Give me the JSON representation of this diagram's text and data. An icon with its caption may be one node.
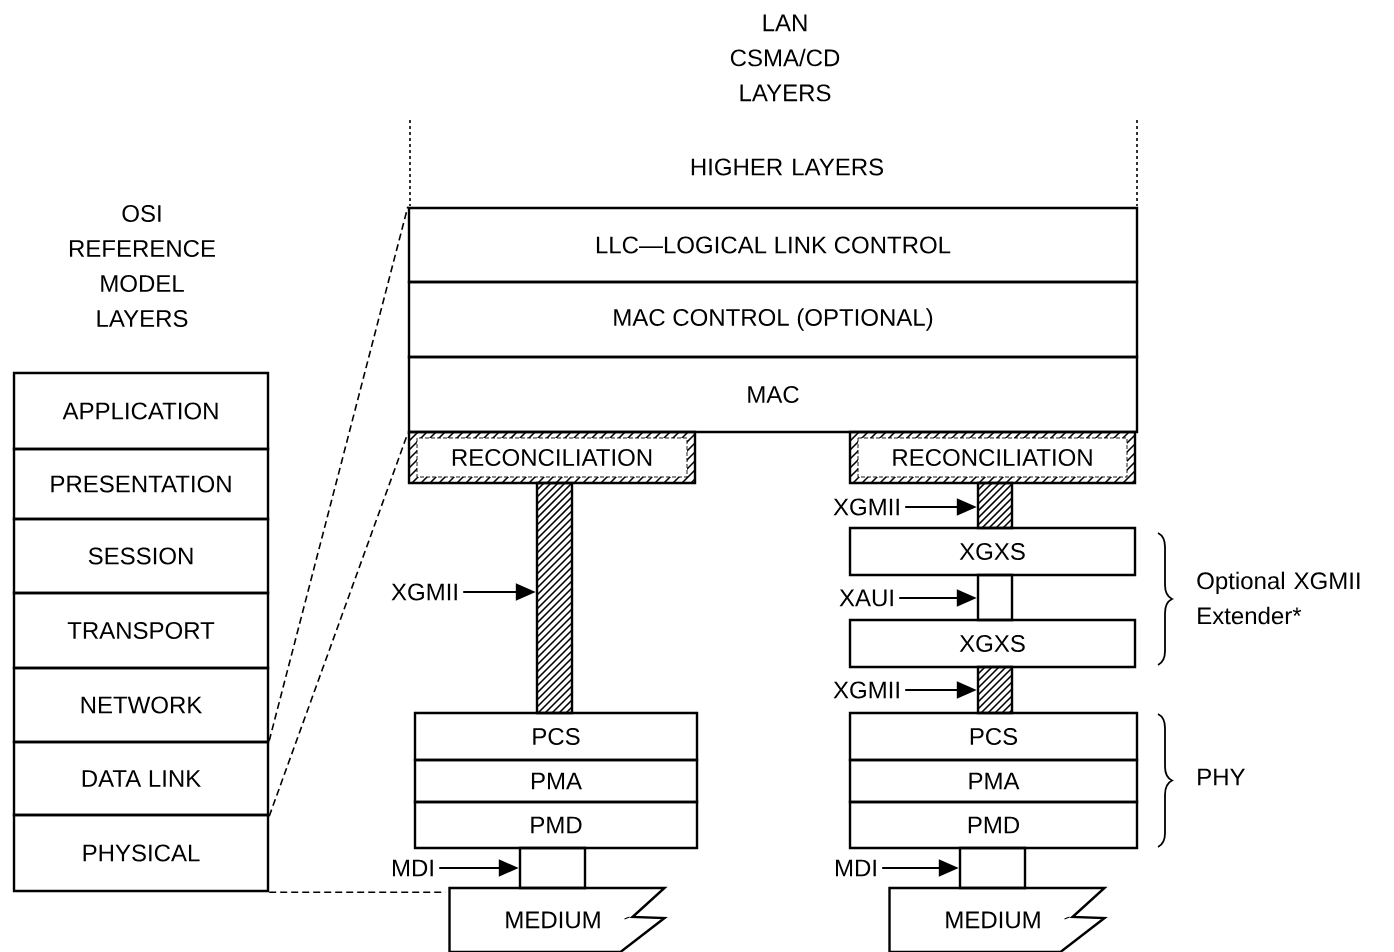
{
  "diagram": {
    "nodes": [
      {
        "text": [
          "APPLICATION"
        ]
      },
      {
        "text": [
          "PRESENTATION"
        ]
      },
      {
        "text": [
          "SESSION"
        ]
      },
      {
        "text": [
          "TRANSPORT"
        ]
      },
      {
        "text": [
          "NETWORK"
        ]
      },
      {
        "text": [
          "DATA LINK"
        ]
      },
      {
        "text": [
          "PHYSICAL"
        ]
      },
      {
        "text": [
          "LLC—LOGICAL LINK CONTROL"
        ]
      },
      {
        "text": [
          "MAC CONTROL (OPTIONAL)"
        ]
      },
      {
        "text": [
          "MAC"
        ]
      },
      {
        "text": [
          "RECONCILIATION"
        ]
      },
      {
        "text": [
          "RECONCILIATION"
        ]
      },
      {
        "text": [
          "XGMII"
        ]
      },
      {
        "text": [],
        "shape": "bar"
      },
      {
        "text": [
          "PCS"
        ]
      },
      {
        "text": [
          "PMA"
        ]
      },
      {
        "text": [
          "PMD"
        ]
      },
      {
        "text": [
          "MDI"
        ]
      },
      {
        "text": [],
        "shape": "box"
      },
      {
        "text": [
          "MEDIUM"
        ]
      },
      {
        "text": [
          "XGMII"
        ]
      },
      {
        "text": [],
        "shape": "bar"
      },
      {
        "text": [
          "XGXS"
        ]
      },
      {
        "text": [
          "XAUI"
        ]
      },
      {
        "text": [],
        "shape": "box"
      },
      {
        "text": [
          "XGXS"
        ]
      },
      {
        "text": [
          "XGMII"
        ]
      },
      {
        "text": [],
        "shape": "bar"
      },
      {
        "text": [
          "PCS"
        ]
      },
      {
        "text": [
          "PMA"
        ]
      },
      {
        "text": [
          "PMD"
        ]
      },
      {
        "text": [
          "MDI"
        ]
      },
      {
        "text": [],
        "shape": "box"
      },
      {
        "text": [
          "MEDIUM"
        ]
      }
    ],
    "edges": [
      {
        "from": 5,
        "to": 7,
        "arrow": "none",
        "style": "dashed"
      },
      {
        "from": 5,
        "to": 9,
        "arrow": "none",
        "style": "dashed"
      },
      {
        "from": 6,
        "to": 19,
        "arrow": "none",
        "style": "dashed"
      },
      {
        "from": 12,
        "to": 13,
        "arrow": "to"
      },
      {
        "from": 17,
        "to": 18,
        "arrow": "to"
      },
      {
        "from": 20,
        "to": 21,
        "arrow": "to"
      },
      {
        "from": 23,
        "to": 24,
        "arrow": "to"
      },
      {
        "from": 26,
        "to": 27,
        "arrow": "to"
      },
      {
        "from": 31,
        "to": 32,
        "arrow": "to"
      }
    ],
    "labels": [
      "LAN CSMA/CD LAYERS",
      "HIGHER LAYERS",
      "OSI REFERENCE MODEL LAYERS",
      "Optional XGMII Extender*",
      "PHY"
    ]
  }
}
